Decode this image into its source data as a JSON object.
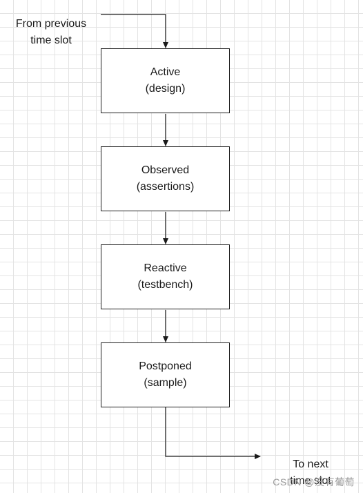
{
  "diagram": {
    "entry_label": [
      "From previous",
      "time slot"
    ],
    "exit_label": [
      "To next",
      "time slot"
    ],
    "steps": [
      {
        "name": "Active",
        "detail": "(design)"
      },
      {
        "name": "Observed",
        "detail": "(assertions)"
      },
      {
        "name": "Reactive",
        "detail": "(testbench)"
      },
      {
        "name": "Postponed",
        "detail": "(sample)"
      }
    ]
  },
  "watermark": "CSDN @没有葡萄",
  "colors": {
    "stroke": "#1a1a1a",
    "grid": "#e3e3e3",
    "background": "#ffffff"
  }
}
